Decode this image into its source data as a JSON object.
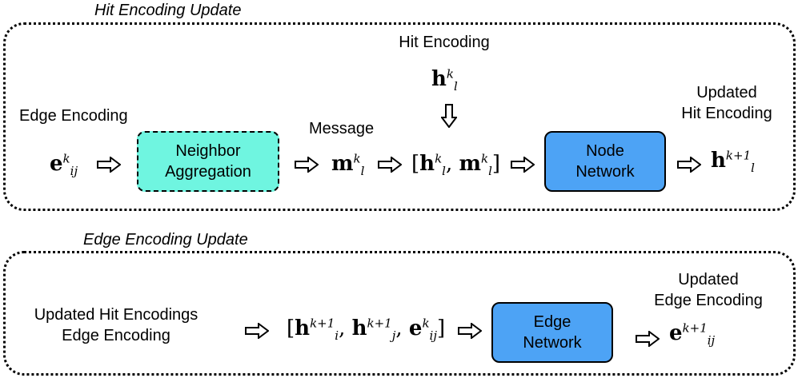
{
  "hit_panel": {
    "title": "Hit Encoding Update",
    "edge_encoding_label": "Edge Encoding",
    "message_label": "Message",
    "hit_encoding_label": "Hit Encoding",
    "updated_hit_label": [
      "Updated",
      "Hit Encoding"
    ],
    "neighbor_block": [
      "Neighbor",
      "Aggregation"
    ],
    "node_block": [
      "Node",
      "Network"
    ],
    "edge_sym": {
      "base": "e",
      "sup": "k",
      "sub": "ij"
    },
    "msg_sym": {
      "base": "m",
      "sup": "k",
      "sub": "l"
    },
    "hit_sym": {
      "base": "h",
      "sup": "k",
      "sub": "l"
    },
    "concat_sym": {
      "open": "[",
      "h": "h",
      "h_sup": "k",
      "h_sub": "l",
      "comma": ",",
      "m": "m",
      "m_sup": "k",
      "m_sub": "l",
      "close": "]"
    },
    "updated_sym": {
      "base": "h",
      "sup": "k+1",
      "sub": "l"
    }
  },
  "edge_panel": {
    "title": "Edge Encoding Update",
    "inputs_label": [
      "Updated Hit Encodings",
      "Edge Encoding"
    ],
    "updated_edge_label": [
      "Updated",
      "Edge Encoding"
    ],
    "edge_block": [
      "Edge",
      "Network"
    ],
    "concat_sym": {
      "open": "[",
      "hi": "h",
      "hi_sup": "k+1",
      "hi_sub": "i",
      "comma1": ",",
      "hj": "h",
      "hj_sup": "k+1",
      "hj_sub": "j",
      "comma2": ",",
      "e": "e",
      "e_sup": "k",
      "e_sub": "ij",
      "close": "]"
    },
    "updated_sym": {
      "base": "e",
      "sup": "k+1",
      "sub": "ij"
    }
  },
  "colors": {
    "neighbor_fill": "#6ff5e0",
    "network_fill": "#4da3f5",
    "line": "#000000"
  }
}
